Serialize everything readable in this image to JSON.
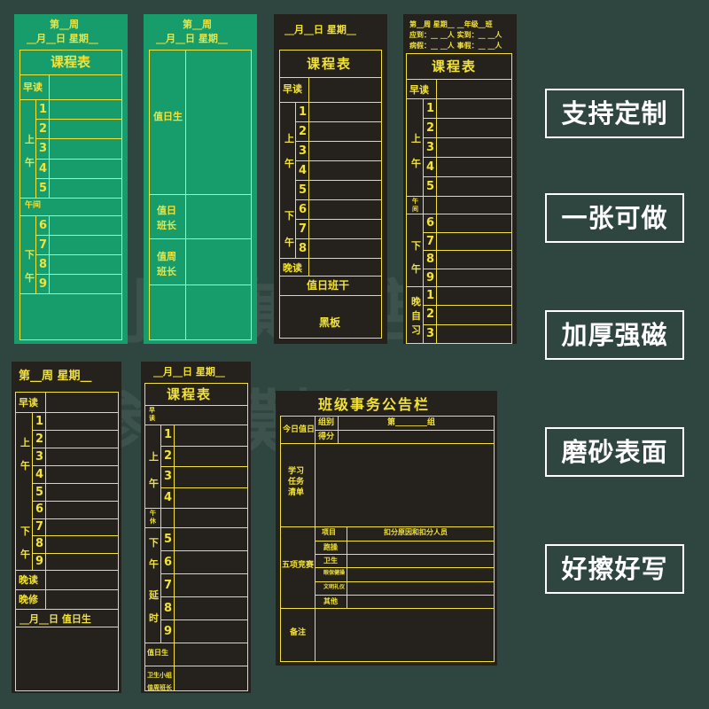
{
  "watermark": {
    "line1": "利锦旗舰店",
    "line2": "参考模板"
  },
  "badges": [
    "支持定制",
    "一张可做",
    "加厚强磁",
    "磨砂表面",
    "好擦好写"
  ],
  "b1": {
    "h1": "第__周",
    "h2": "__月__日 星期__",
    "title": "课程表",
    "r1": "早读",
    "am": "上\n午",
    "noon": "午间",
    "pm": "下\n午",
    "n": [
      "1",
      "2",
      "3",
      "4",
      "5",
      "6",
      "7",
      "8",
      "9"
    ]
  },
  "b2": {
    "h1": "第__周",
    "h2": "__月__日 星期__",
    "a": "值日生",
    "b": "值日\n班长",
    "c": "值周\n班长"
  },
  "b3": {
    "h1": "__月__日  星期__",
    "title": "课程表",
    "r1": "早读",
    "am": "上\n午",
    "pm": "下\n午",
    "eve": "晚读",
    "duty": "值日班干",
    "bb": "黑板",
    "n": [
      "1",
      "2",
      "3",
      "4",
      "5",
      "6",
      "7",
      "8"
    ]
  },
  "b4": {
    "h1": "第__周 星期__ __年级__班",
    "h2": "应到：__ __人  实到：__ __人",
    "h3": "病假：__ __人  事假：__ __人",
    "title": "课程表",
    "r1": "早读",
    "am": "上\n午",
    "noon": "午\n间",
    "pm": "下\n午",
    "ev": "晚\n自\n习",
    "n": [
      "1",
      "2",
      "3",
      "4",
      "5",
      "6",
      "7",
      "8",
      "9",
      "1",
      "2",
      "3"
    ]
  },
  "b5": {
    "h1": "第__周 星期__",
    "r1": "早读",
    "am": "上\n午",
    "pm": "下\n午",
    "eve": "晚读",
    "eve2": "晚修",
    "foot": "__月__日  值日生",
    "n": [
      "1",
      "2",
      "3",
      "4",
      "5",
      "6",
      "7",
      "8",
      "9"
    ]
  },
  "b6": {
    "h1": "__月__日 星期__",
    "title": "课程表",
    "r1": "早\n读",
    "am": "上\n午",
    "noon": "午\n休",
    "pm": "下\n午",
    "ext": "延\n时",
    "d1": "值日生",
    "d2": "卫生小组",
    "d3": "值周班长",
    "n": [
      "1",
      "2",
      "3",
      "4",
      "5",
      "6",
      "7",
      "8",
      "9"
    ]
  },
  "b7": {
    "title": "班级事务公告栏",
    "duty": "今日值日",
    "group": "组别",
    "score": "得分",
    "groupNo": "第________组",
    "tasks": "学习\n任务\n清单",
    "contest": "五项竞赛",
    "itemH": "项目",
    "reasonH": "扣分原因和扣分人员",
    "items": [
      "跑操",
      "卫生",
      "眼保健操",
      "文明礼仪",
      "其他"
    ],
    "note": "备注"
  }
}
